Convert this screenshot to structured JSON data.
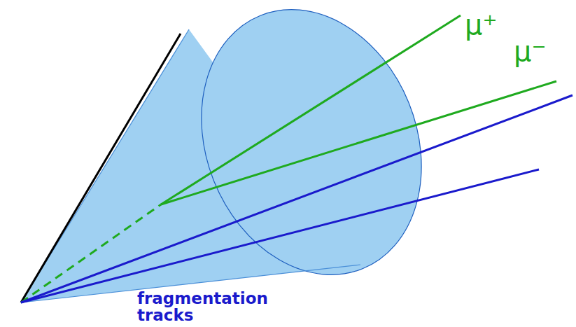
{
  "diagram": {
    "labels": [
      "μ⁺",
      "μ⁻",
      "fragmentation tracks"
    ]
  }
}
